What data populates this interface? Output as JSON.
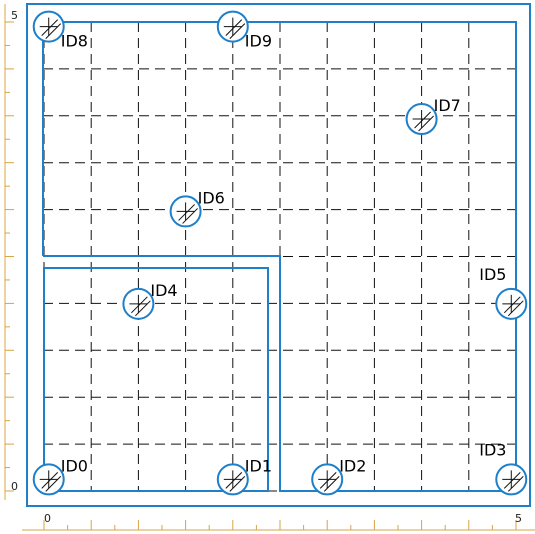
{
  "axes": {
    "x_ticks": [
      "0",
      "5"
    ],
    "y_ticks": [
      "0",
      "5"
    ],
    "ruler_color": "#d9a441",
    "grid_color": "#111111",
    "shape_color": "#1f7fc8"
  },
  "points": [
    {
      "id": "ID0",
      "x": 0.05,
      "y": 0.05
    },
    {
      "id": "ID1",
      "x": 2.0,
      "y": 0.05
    },
    {
      "id": "ID2",
      "x": 3.0,
      "y": 0.05
    },
    {
      "id": "ID3",
      "x": 4.95,
      "y": 0.05
    },
    {
      "id": "ID4",
      "x": 1.0,
      "y": 1.95
    },
    {
      "id": "ID5",
      "x": 4.95,
      "y": 1.95
    },
    {
      "id": "ID6",
      "x": 1.5,
      "y": 2.95
    },
    {
      "id": "ID7",
      "x": 4.0,
      "y": 3.95
    },
    {
      "id": "ID8",
      "x": 0.05,
      "y": 4.95
    },
    {
      "id": "ID9",
      "x": 2.0,
      "y": 4.95
    }
  ]
}
